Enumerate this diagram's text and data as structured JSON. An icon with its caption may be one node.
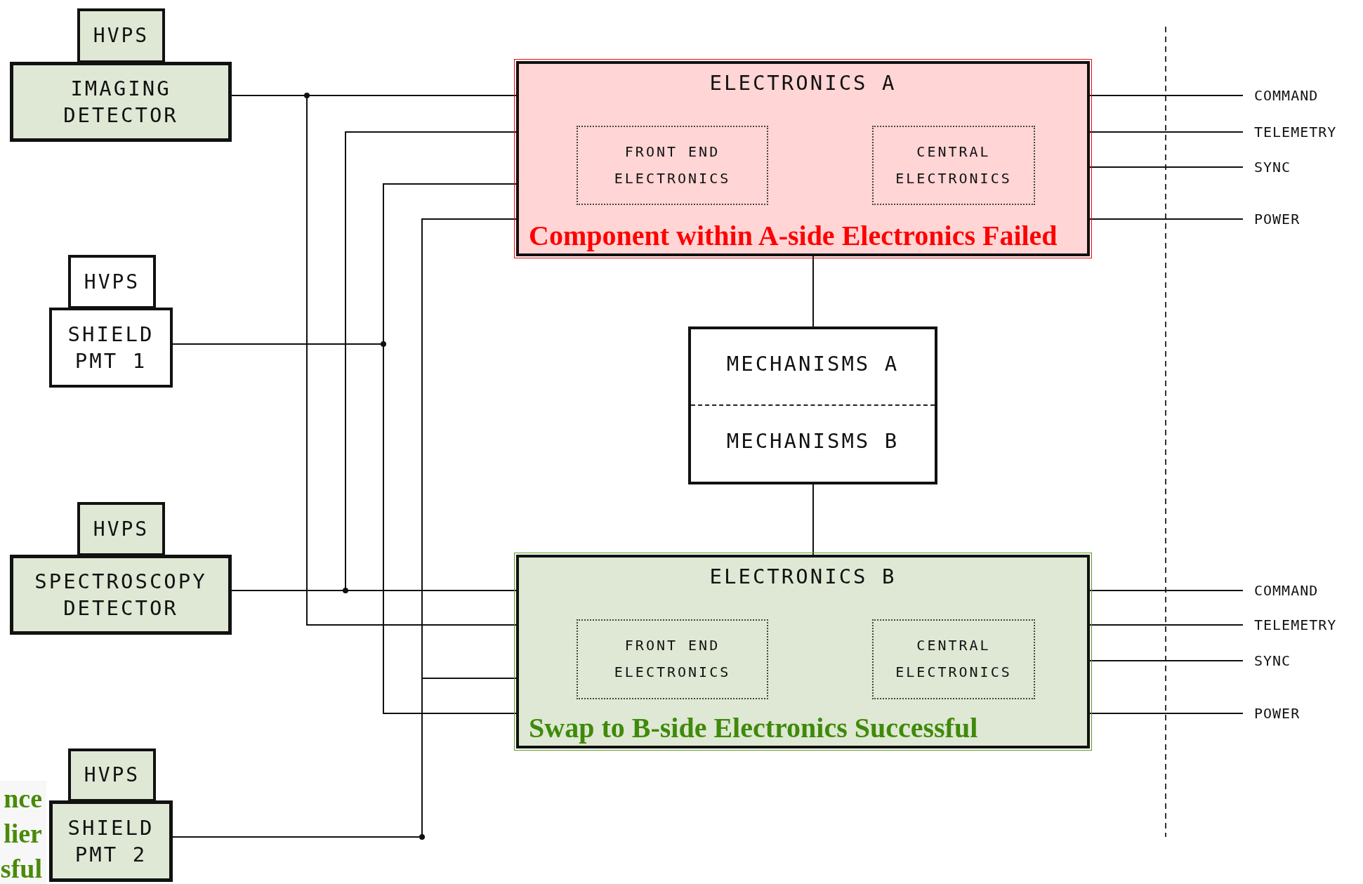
{
  "diagram": {
    "nodes": [
      {
        "text": [
          "HVPS"
        ]
      },
      {
        "text": [
          "IMAGING DETECTOR"
        ]
      },
      {
        "text": [
          "HVPS"
        ]
      },
      {
        "text": [
          "SHIELD PMT 1"
        ]
      },
      {
        "text": [
          "HVPS"
        ]
      },
      {
        "text": [
          "SPECTROSCOPY DETECTOR"
        ]
      },
      {
        "text": [
          "HVPS"
        ]
      },
      {
        "text": [
          "SHIELD PMT 2"
        ]
      },
      {
        "text": [
          "ELECTRONICS A",
          "Component within A-side Electronics Failed"
        ]
      },
      {
        "text": [
          "FRONT END ELECTRONICS"
        ],
        "in": 8
      },
      {
        "text": [
          "CENTRAL ELECTRONICS"
        ],
        "in": 8
      },
      {
        "text": [
          "MECHANISMS A",
          "MECHANISMS B"
        ]
      },
      {
        "text": [
          "ELECTRONICS B",
          "Swap to B-side Electronics Successful"
        ]
      },
      {
        "text": [
          "FRONT END ELECTRONICS"
        ],
        "in": 12
      },
      {
        "text": [
          "CENTRAL ELECTRONICS"
        ],
        "in": 12
      },
      {
        "text": [
          "COMMAND"
        ]
      },
      {
        "text": [
          "TELEMETRY"
        ]
      },
      {
        "text": [
          "SYNC"
        ]
      },
      {
        "text": [
          "POWER"
        ]
      },
      {
        "text": [
          "COMMAND"
        ]
      },
      {
        "text": [
          "TELEMETRY"
        ]
      },
      {
        "text": [
          "SYNC"
        ]
      },
      {
        "text": [
          "POWER"
        ]
      }
    ],
    "edges": [
      {
        "from": 1,
        "to": 8,
        "arrow": "none"
      },
      {
        "from": 1,
        "to": 12,
        "arrow": "none"
      },
      {
        "from": 5,
        "to": 8,
        "arrow": "none"
      },
      {
        "from": 5,
        "to": 12,
        "arrow": "none"
      },
      {
        "from": 3,
        "to": 8,
        "arrow": "none"
      },
      {
        "from": 3,
        "to": 12,
        "arrow": "none"
      },
      {
        "from": 7,
        "to": 8,
        "arrow": "none"
      },
      {
        "from": 7,
        "to": 12,
        "arrow": "none"
      },
      {
        "from": 8,
        "to": 11,
        "arrow": "none"
      },
      {
        "from": 11,
        "to": 12,
        "arrow": "none"
      },
      {
        "from": 8,
        "to": 15,
        "arrow": "none"
      },
      {
        "from": 8,
        "to": 16,
        "arrow": "none"
      },
      {
        "from": 8,
        "to": 17,
        "arrow": "none"
      },
      {
        "from": 8,
        "to": 18,
        "arrow": "none"
      },
      {
        "from": 12,
        "to": 19,
        "arrow": "none"
      },
      {
        "from": 12,
        "to": 20,
        "arrow": "none"
      },
      {
        "from": 12,
        "to": 21,
        "arrow": "none"
      },
      {
        "from": 12,
        "to": 22,
        "arrow": "none"
      }
    ],
    "labels": [
      "nce lier sful"
    ]
  }
}
